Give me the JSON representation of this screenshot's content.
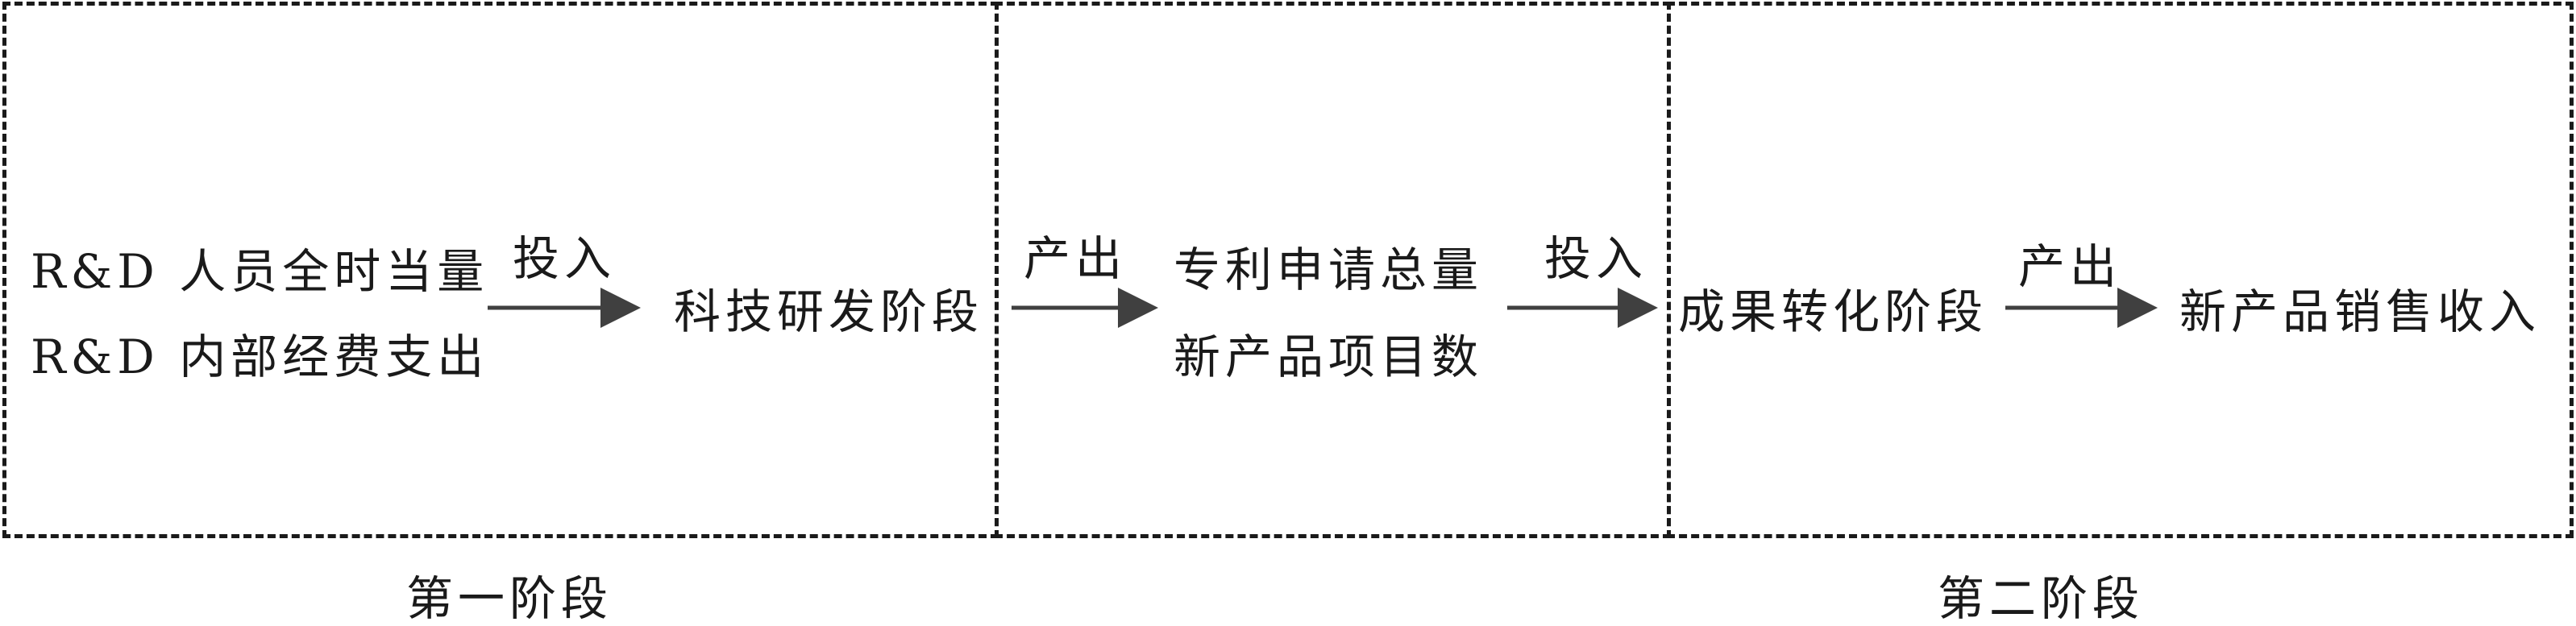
{
  "inputs": {
    "rd_personnel": "R&D 人员全时当量",
    "rd_expenditure": "R&D 内部经费支出"
  },
  "arrow_labels": {
    "invest_1": "投入",
    "output_1": "产出",
    "invest_2": "投入",
    "output_2": "产出"
  },
  "nodes": {
    "rd_stage": "科技研发阶段",
    "patent_applications": "专利申请总量",
    "new_product_projects": "新产品项目数",
    "transformation_stage": "成果转化阶段",
    "new_product_revenue": "新产品销售收入"
  },
  "captions": {
    "stage_one": "第一阶段",
    "stage_two": "第二阶段"
  },
  "colors": {
    "line": "#1a1a1a",
    "arrow": "#404040"
  }
}
